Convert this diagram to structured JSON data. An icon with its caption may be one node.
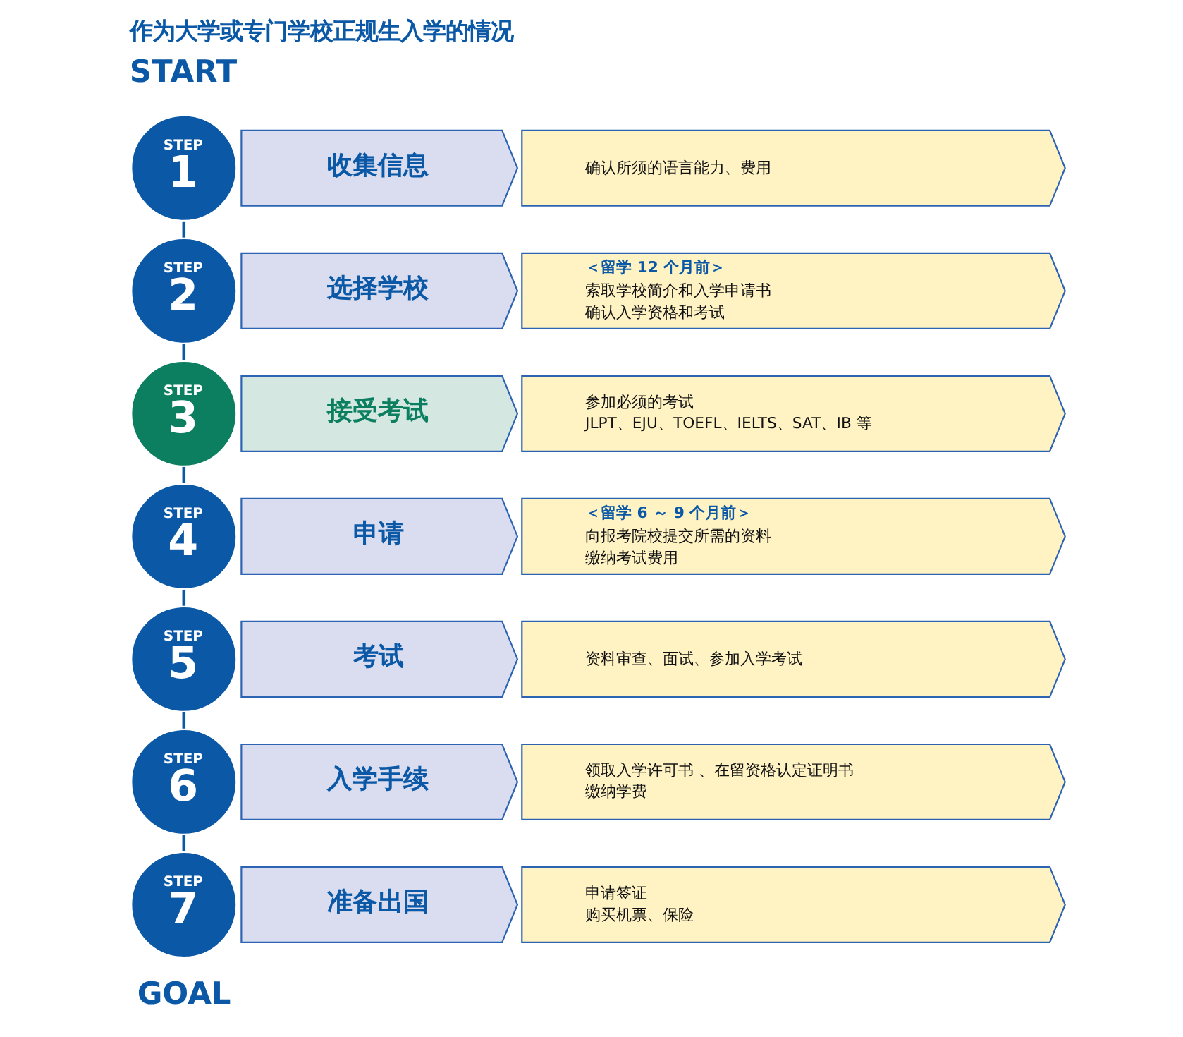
{
  "diagram": {
    "title": "作为大学或专门学校正规生入学的情况",
    "nodes": [
      {
        "text": [
          "STEP",
          "1"
        ]
      },
      {
        "text": [
          "收集信息"
        ]
      },
      {
        "text": [
          "确认所须的语言能力、费用"
        ]
      },
      {
        "text": [
          "STEP",
          "2"
        ]
      },
      {
        "text": [
          "选择学校"
        ]
      },
      {
        "text": [
          "＜留学 12 个月前＞",
          "索取学校简介和入学申请书",
          "确认入学资格和考试"
        ]
      },
      {
        "text": [
          "STEP",
          "3"
        ]
      },
      {
        "text": [
          "接受考试"
        ]
      },
      {
        "text": [
          "参加必须的考试",
          "JLPT、EJU、TOEFL、IELTS、SAT、IB 等"
        ]
      },
      {
        "text": [
          "STEP",
          "4"
        ]
      },
      {
        "text": [
          "申请"
        ]
      },
      {
        "text": [
          "＜留学 6 ～ 9 个月前＞",
          "向报考院校提交所需的资料",
          "缴纳考试费用"
        ]
      },
      {
        "text": [
          "STEP",
          "5"
        ]
      },
      {
        "text": [
          "考试"
        ]
      },
      {
        "text": [
          "资料审查、面试、参加入学考试"
        ]
      },
      {
        "text": [
          "STEP",
          "6"
        ]
      },
      {
        "text": [
          "入学手续"
        ]
      },
      {
        "text": [
          "领取入学许可书 、在留资格认定证明书",
          "缴纳学费"
        ]
      },
      {
        "text": [
          "STEP",
          "7"
        ]
      },
      {
        "text": [
          "准备出国"
        ]
      },
      {
        "text": [
          "申请签证",
          "购买机票、保险"
        ]
      }
    ],
    "edges": [
      {
        "from": 0,
        "to": 3,
        "arrow": "none"
      },
      {
        "from": 3,
        "to": 6,
        "arrow": "none"
      },
      {
        "from": 6,
        "to": 9,
        "arrow": "none"
      },
      {
        "from": 9,
        "to": 12,
        "arrow": "none"
      },
      {
        "from": 12,
        "to": 15,
        "arrow": "none"
      },
      {
        "from": 15,
        "to": 18,
        "arrow": "none"
      }
    ],
    "labels": [
      "START",
      "GOAL"
    ]
  }
}
